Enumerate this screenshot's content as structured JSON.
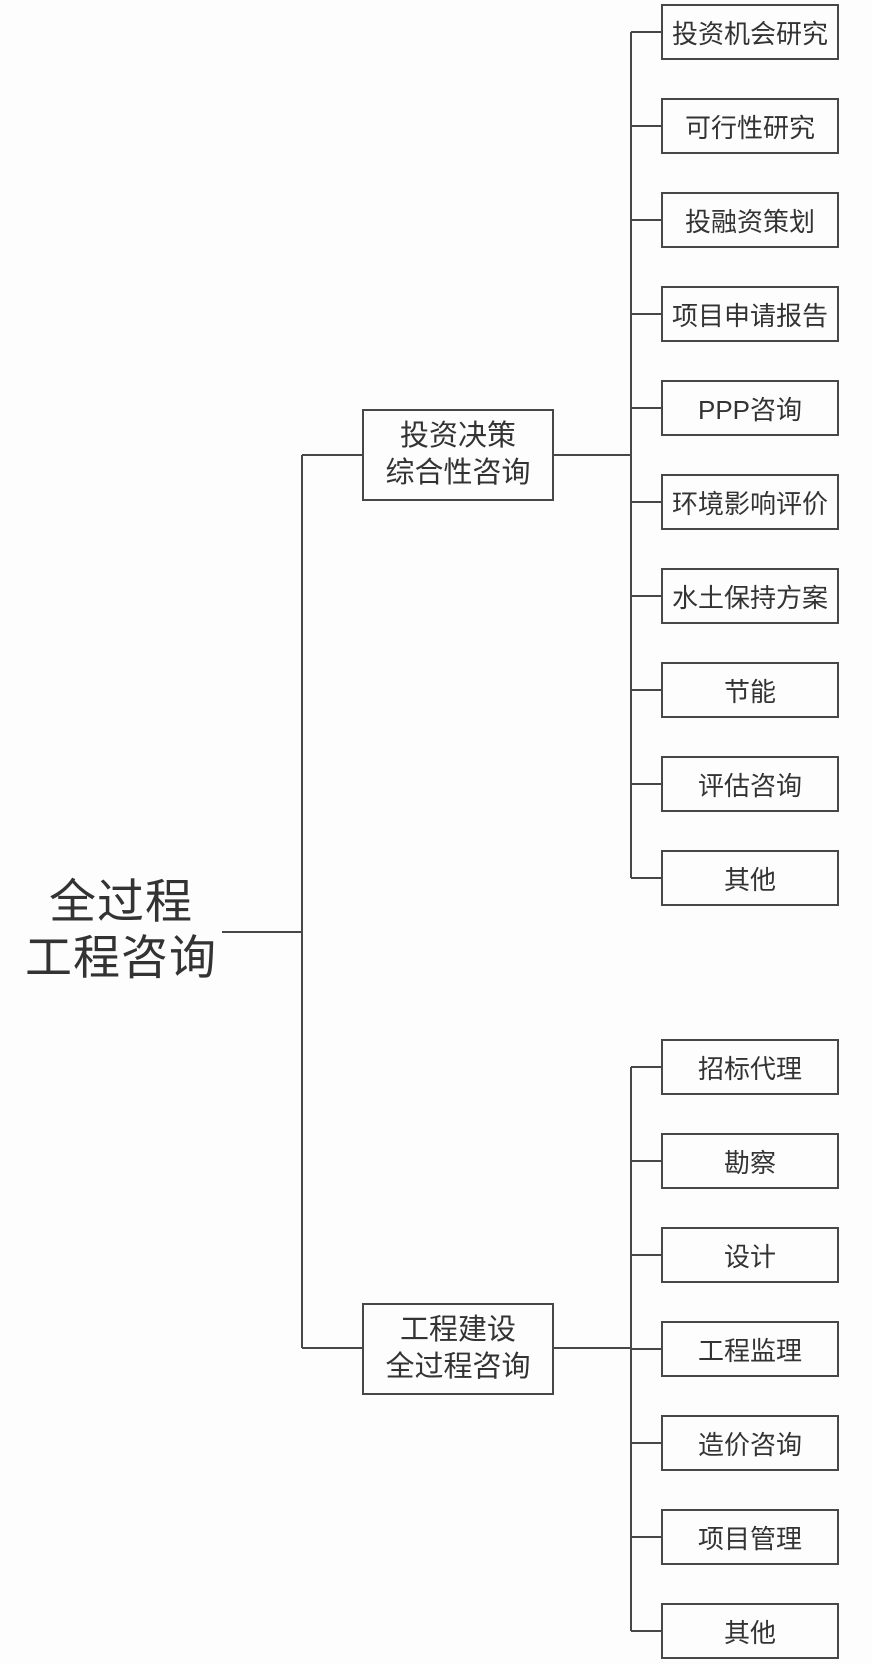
{
  "diagram": {
    "title": "全过程工程咨询 organization tree",
    "root": {
      "label_line1": "全过程",
      "label_line2": "工程咨询"
    },
    "branches": [
      {
        "node": {
          "label_line1": "投资决策",
          "label_line2": "综合性咨询"
        },
        "items": [
          "投资机会研究",
          "可行性研究",
          "投融资策划",
          "项目申请报告",
          "PPP咨询",
          "环境影响评价",
          "水土保持方案",
          "节能",
          "评估咨询",
          "其他"
        ]
      },
      {
        "node": {
          "label_line1": "工程建设",
          "label_line2": "全过程咨询"
        },
        "items": [
          "招标代理",
          "勘察",
          "设计",
          "工程监理",
          "造价咨询",
          "项目管理",
          "其他"
        ]
      }
    ],
    "colors": {
      "background": "#fdfdfd",
      "line": "#474747",
      "box_border": "#474747",
      "text": "#333333"
    }
  }
}
